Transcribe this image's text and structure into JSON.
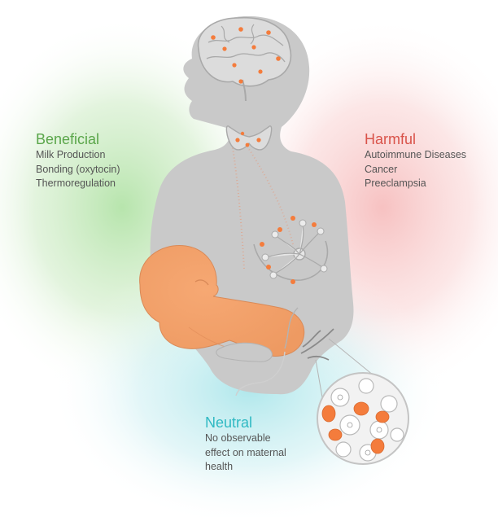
{
  "colors": {
    "beneficial": "#5aa64a",
    "harmful": "#d9534a",
    "neutral": "#2fb9c3",
    "body": "#c8c8c8",
    "cells": "#f47c3c",
    "baby": "#f4a06c"
  },
  "categories": {
    "beneficial": {
      "title": "Beneficial",
      "items": [
        "Milk Production",
        "Bonding (oxytocin)",
        "Thermoregulation"
      ]
    },
    "harmful": {
      "title": "Harmful",
      "items": [
        "Autoimmune Diseases",
        "Cancer",
        "Preeclampsia"
      ]
    },
    "neutral": {
      "title": "Neutral",
      "items": [
        "No observable",
        "effect on maternal",
        "health"
      ]
    }
  }
}
